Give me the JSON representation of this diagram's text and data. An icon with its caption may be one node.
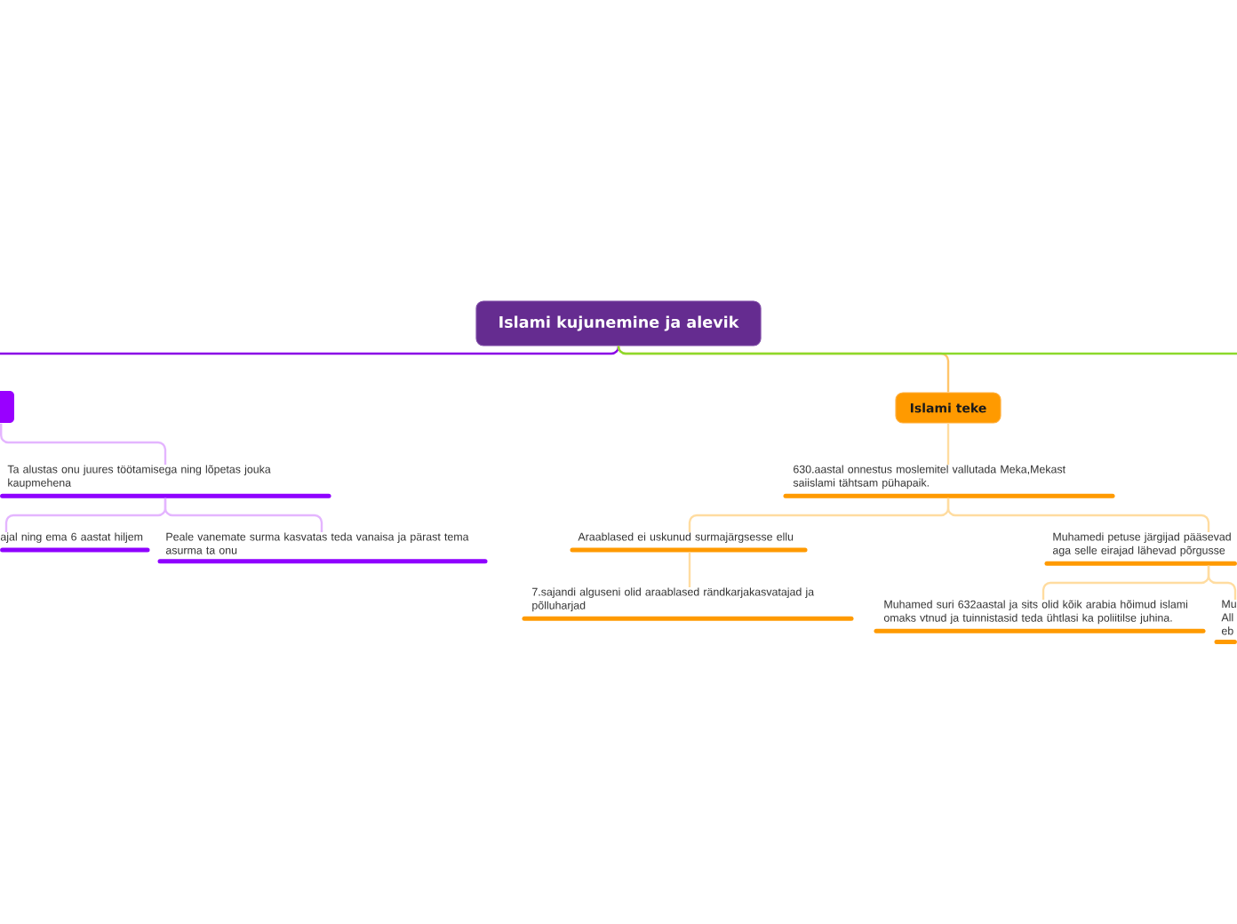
{
  "diagram": {
    "nodes": [
      {
        "text": [
          "Islami kujunemine ja alevik"
        ]
      },
      {
        "text": [],
        "shape": "box"
      },
      {
        "text": [
          "Ta alustas onu juures töötamisega ning lõpetas jouka kaupmehena"
        ]
      },
      {
        "text": [
          "ajal ning ema 6 aastat hiljem"
        ]
      },
      {
        "text": [
          "Peale vanemate surma kasvatas teda vanaisa ja pärast tema asurma ta onu"
        ]
      },
      {
        "text": [
          "Islami teke"
        ]
      },
      {
        "text": [
          "630.aastal onnestus moslemitel vallutada Meka,Mekast saiislami tähtsam pühapaik."
        ]
      },
      {
        "text": [
          "Araablased ei uskunud surmajärgsesse ellu"
        ]
      },
      {
        "text": [
          "Muhamedi petuse järgijad pääsevad aga selle eirajad lähevad põrgusse"
        ]
      },
      {
        "text": [
          "7.sajandi alguseni olid araablased rändkarjakasvatajad ja põlluharjad"
        ]
      },
      {
        "text": [
          "Muhamed suri 632aastal ja sits olid kõik arabia hõimud islami omaks vtnud ja tuinnistasid teda ühtlasi ka poliitilse juhina."
        ]
      },
      {
        "text": [
          "Mu All eb"
        ]
      }
    ],
    "edges": [
      {
        "from": 0,
        "to": null,
        "arrow": "none",
        "color": "#8a00e6"
      },
      {
        "from": 0,
        "to": 5,
        "arrow": "none",
        "color": "#ffc56b"
      },
      {
        "from": 0,
        "to": null,
        "arrow": "none",
        "color": "#8cd92b"
      },
      {
        "from": 1,
        "to": 2,
        "arrow": "none",
        "color": "#e4b5ff"
      },
      {
        "from": 2,
        "to": 3,
        "arrow": "none",
        "color": "#e4b5ff"
      },
      {
        "from": 2,
        "to": 4,
        "arrow": "none",
        "color": "#e4b5ff"
      },
      {
        "from": 5,
        "to": 6,
        "arrow": "none"
      },
      {
        "from": 6,
        "to": 7,
        "arrow": "none"
      },
      {
        "from": 6,
        "to": 8,
        "arrow": "none"
      },
      {
        "from": 7,
        "to": 9,
        "arrow": "none"
      },
      {
        "from": 8,
        "to": 10,
        "arrow": "none"
      },
      {
        "from": 8,
        "to": 11,
        "arrow": "none"
      }
    ]
  }
}
